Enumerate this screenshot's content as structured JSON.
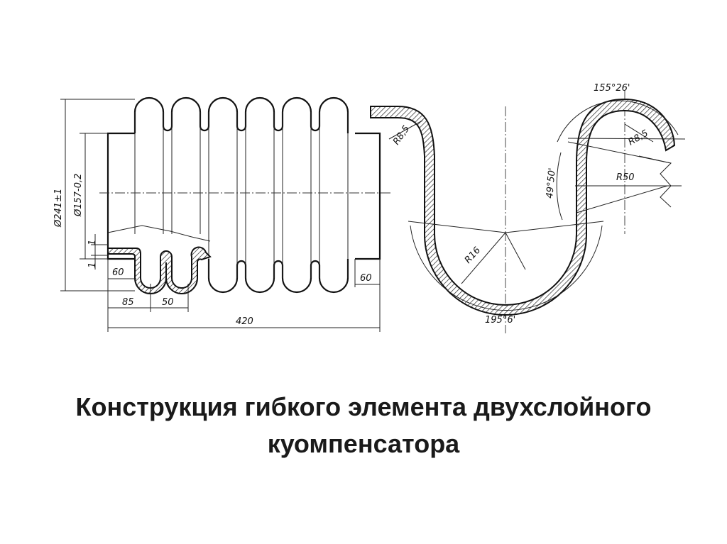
{
  "title": {
    "line1": "Конструкция гибкого элемента двухслойного",
    "line2": "куомпенсатора"
  },
  "bellows_view": {
    "outer_diameter": "Ø241±1",
    "inner_diameter": "Ø157-0,2",
    "total_length": "420",
    "pitch": "50",
    "first_offset": "85",
    "end_length_left": "60",
    "end_length_right": "60",
    "wall_mark": "1"
  },
  "section_view": {
    "radius_small_left": "R8,5",
    "radius_small_right": "R8,5",
    "radius_bottom": "R16",
    "radius_outer": "R50",
    "angle_top": "155°26'",
    "angle_side": "49°50'",
    "angle_bottom": "195°6'"
  }
}
